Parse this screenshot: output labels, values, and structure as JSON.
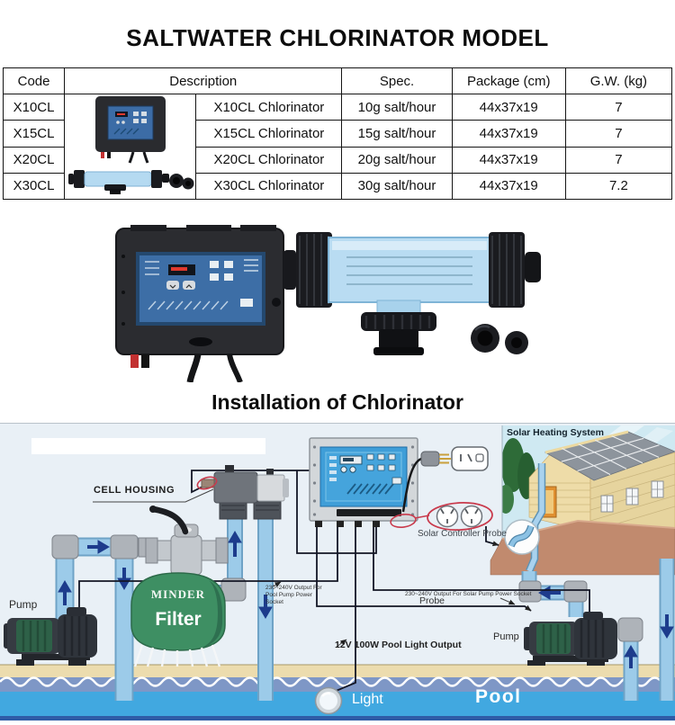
{
  "title": "SALTWATER CHLORINATOR MODEL",
  "installation_title": "Installation of Chlorinator",
  "table": {
    "headers": {
      "code": "Code",
      "description": "Description",
      "spec": "Spec.",
      "package": "Package (cm)",
      "gw": "G.W. (kg)"
    },
    "rows": [
      {
        "code": "X10CL",
        "description": "X10CL Chlorinator",
        "spec": "10g salt/hour",
        "package": "44x37x19",
        "gw": "7"
      },
      {
        "code": "X15CL",
        "description": "X15CL Chlorinator",
        "spec": "15g salt/hour",
        "package": "44x37x19",
        "gw": "7"
      },
      {
        "code": "X20CL",
        "description": "X20CL Chlorinator",
        "spec": "20g salt/hour",
        "package": "44x37x19",
        "gw": "7"
      },
      {
        "code": "X30CL",
        "description": "X30CL Chlorinator",
        "spec": "30g salt/hour",
        "package": "44x37x19",
        "gw": "7.2"
      }
    ]
  },
  "diagram": {
    "labels": {
      "cell_housing": "CELL HOUSING",
      "solar_heating_system": "Solar Heating System",
      "solar_controller_probe": "Solar Controller Probe",
      "pool_pump_socket": "230~240V Output For Pool Pump Power Socket",
      "solar_pump_socket": "230~240V Output For Solar Pump Power Socket",
      "probe": "Probe",
      "pool_light_output": "12V 100W Pool Light Output",
      "pump_left": "Pump",
      "pump_right": "Pump",
      "filter_brand": "MINDER",
      "filter": "Filter",
      "light": "Light",
      "pool": "Pool"
    },
    "colors": {
      "pipe": "#9ccbe9",
      "flow_arrow": "#1d3c8c",
      "filter_green": "#3e8f63",
      "water": "#41a8e0",
      "wave_band": "#7e97c6",
      "deck": "#ecdcae",
      "red_marker": "#c93a4c",
      "panel_blue": "#3f9ed8"
    }
  }
}
